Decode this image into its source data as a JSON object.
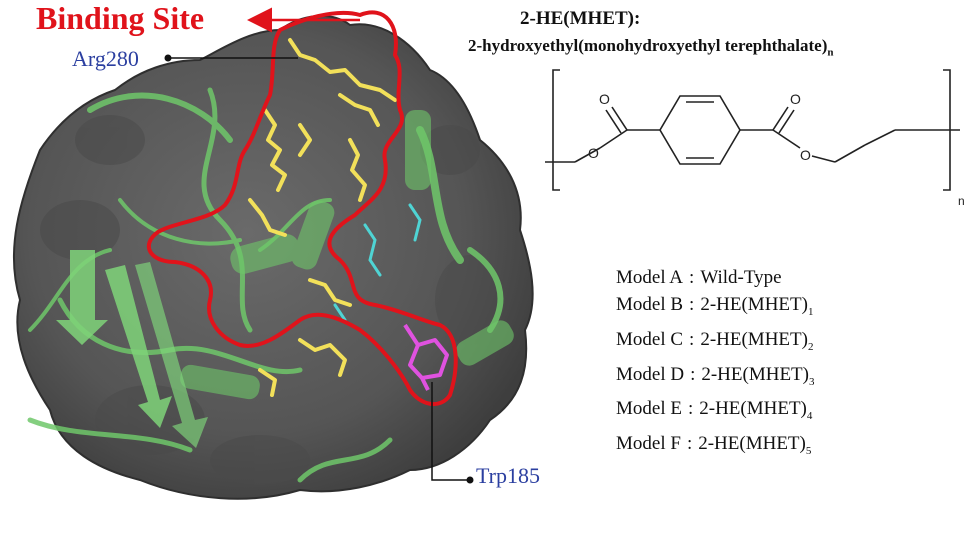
{
  "figure": {
    "binding_site_label": "Binding Site",
    "residue_top": "Arg280",
    "residue_bottom": "Trp185"
  },
  "structure": {
    "title": "2-HE(MHET):",
    "full_name": "2-hydroxyethyl(monohydroxyethyl terephthalate)",
    "name_subscript": "n",
    "repeat_subscript": "n",
    "atom_labels": [
      "O",
      "O",
      "O",
      "O"
    ]
  },
  "models": [
    {
      "label": "Model A",
      "value": "Wild-Type",
      "sub": ""
    },
    {
      "label": "Model B",
      "value": "2-HE(MHET)",
      "sub": "1"
    },
    {
      "label": "Model C",
      "value": "2-HE(MHET)",
      "sub": "2"
    },
    {
      "label": "Model D",
      "value": "2-HE(MHET)",
      "sub": "3"
    },
    {
      "label": "Model E",
      "value": "2-HE(MHET)",
      "sub": "4"
    },
    {
      "label": "Model F",
      "value": "2-HE(MHET)",
      "sub": "5"
    }
  ],
  "colors": {
    "binding_site": "#e0131b",
    "residue_label": "#2b3fa0",
    "surface": "#5a5a5a",
    "ribbon": "#6fc76a",
    "ligand": "#f2e05a",
    "trp": "#e052e0",
    "cyan_residue": "#4fd4d4"
  }
}
